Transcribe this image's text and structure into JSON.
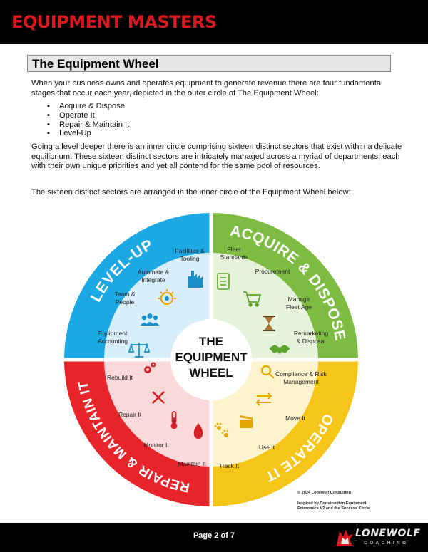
{
  "header": {
    "brand": "EQUIPMENT MASTERS"
  },
  "section": {
    "title": "The Equipment Wheel"
  },
  "body": {
    "intro": "When your business owns and operates equipment to generate revenue there are four fundamental stages that occur each year, depicted in the outer circle of The Equipment Wheel:",
    "stages": [
      "Acquire & Dispose",
      "Operate It",
      "Repair & Maintain It",
      "Level-Up"
    ],
    "para2": "Going a level deeper there is an inner circle comprising sixteen distinct sectors that exist within a delicate equilibrium.  These sixteen distinct sectors are intricately managed across a myriad of departments, each with their own unique priorities and yet all contend for the same pool of resources.",
    "para3": "The sixteen distinct sectors are arranged in the inner circle of the Equipment Wheel below:"
  },
  "wheel": {
    "center_lines": [
      "THE",
      "EQUIPMENT",
      "WHEEL"
    ],
    "quadrants": [
      {
        "name": "LEVEL-UP",
        "color": "#1ca8e3",
        "inner_color": "#d8effb"
      },
      {
        "name": "ACQUIRE & DISPOSE",
        "color": "#7dbb42",
        "inner_color": "#e6f2da"
      },
      {
        "name": "OPERATE IT",
        "color": "#f5c518",
        "inner_color": "#fdf3cf"
      },
      {
        "name": "REPAIR & MAINTAIN IT",
        "color": "#e8242b",
        "inner_color": "#fbd9da"
      }
    ],
    "sectors": {
      "facilities": [
        "Facilities &",
        "Tooling"
      ],
      "automate": [
        "Automate &",
        "Integrate"
      ],
      "team": [
        "Team &",
        "People"
      ],
      "accounting": [
        "Equipment",
        "Accounting"
      ],
      "fleet": [
        "Fleet",
        "Standards"
      ],
      "procurement": [
        "Procurement"
      ],
      "fleet_age": [
        "Manage",
        "Fleet Age"
      ],
      "remarketing": [
        "Remarketing",
        "& Disposal"
      ],
      "compliance": [
        "Compliance & Risk",
        "Management"
      ],
      "move": [
        "Move It"
      ],
      "use": [
        "Use It"
      ],
      "track": [
        "Track It"
      ],
      "rebuild": [
        "Rebuild It"
      ],
      "repair": [
        "Repair It"
      ],
      "monitor": [
        "Monitor It"
      ],
      "maintain": [
        "Maintain It"
      ]
    }
  },
  "credits": {
    "copyright": "© 2024 Lonewolf Consulting",
    "inspired": [
      "Inspired by Construction Equipment",
      "Economics V2 and the Success Circle"
    ]
  },
  "footer": {
    "page_prefix": "Page ",
    "page_current": "2",
    "page_sep": " of ",
    "page_total": "7",
    "logo_main": "LONEWOLF",
    "logo_sub": "COACHING"
  }
}
